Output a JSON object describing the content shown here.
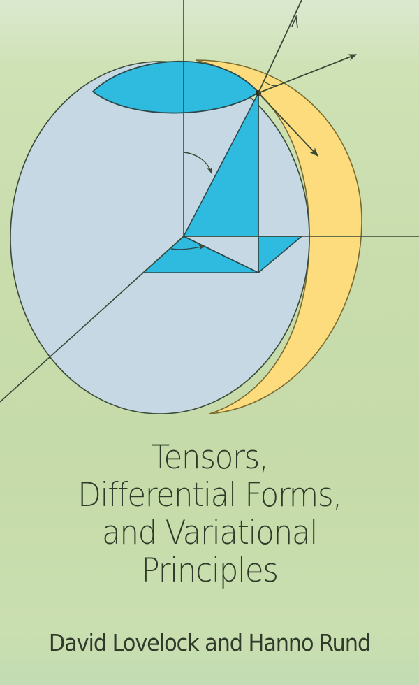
{
  "book": {
    "title_lines": [
      "Tensors,",
      "Differential Forms,",
      "and Variational",
      "Principles"
    ],
    "title": "Tensors, Differential Forms, and Variational Principles",
    "authors": "David Lovelock and Hanno Rund"
  },
  "cover_art": {
    "description": "Geometric illustration of a sphere with coordinate axes, a shaded polar cap, right triangles, angle arcs, and vectors emanating from a point on the surface",
    "colors": {
      "background": "#c8dcac",
      "sphere_fill": "#c6d8e3",
      "cyan_fill": "#2fbbe0",
      "crescent_fill": "#fcdc7c",
      "line": "#3a4a38"
    }
  }
}
